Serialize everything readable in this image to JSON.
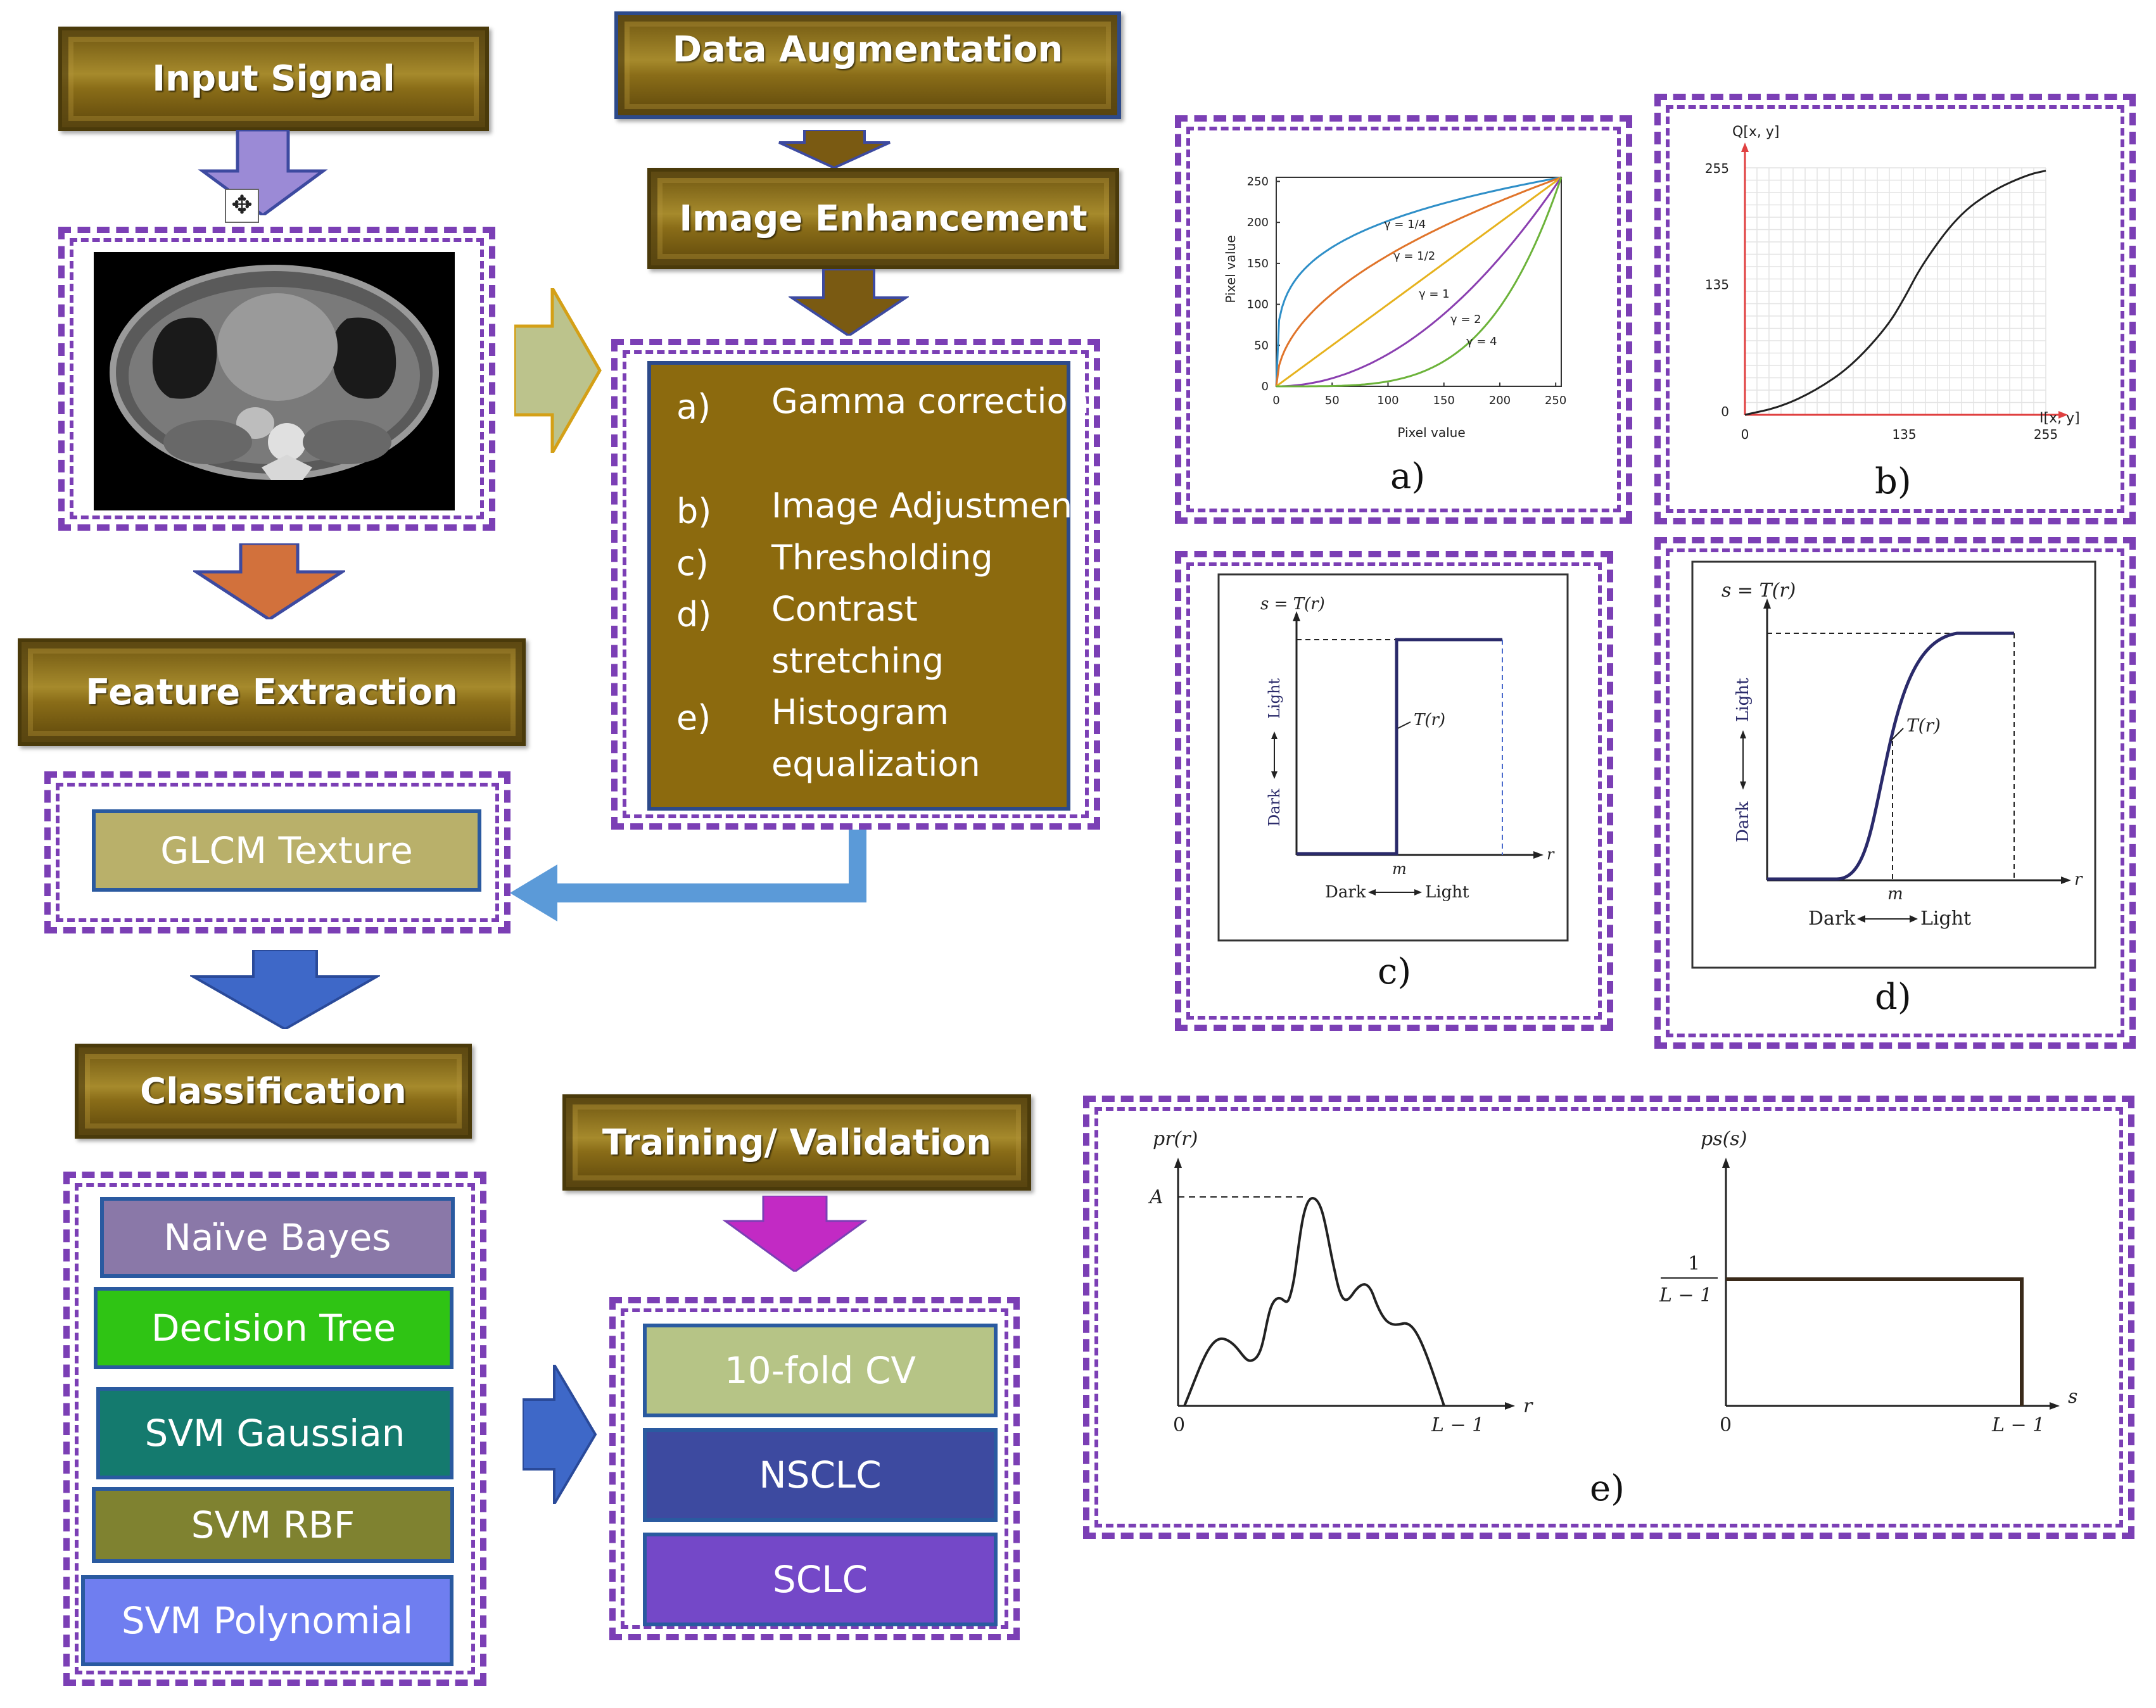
{
  "headers": {
    "input_signal": "Input Signal",
    "data_augmentation": "Data Augmentation",
    "image_enhancement": "Image Enhancement",
    "feature_extraction": "Feature Extraction",
    "classification": "Classification",
    "training_validation": "Training/ Validation"
  },
  "enhancement_methods": [
    {
      "letter": "a)",
      "text": "Gamma correction"
    },
    {
      "letter": "b)",
      "text": "Image Adjustment"
    },
    {
      "letter": "c)",
      "text": "Thresholding"
    },
    {
      "letter": "d)",
      "text": "Contrast stretching"
    },
    {
      "letter": "e)",
      "text": "Histogram equalization"
    }
  ],
  "feature": {
    "label": "GLCM Texture"
  },
  "classifiers": [
    {
      "label": "Naïve Bayes",
      "color": "#8a78a8"
    },
    {
      "label": "Decision Tree",
      "color": "#2fc414"
    },
    {
      "label": "SVM Gaussian",
      "color": "#147a6e"
    },
    {
      "label": "SVM RBF",
      "color": "#7f8230"
    },
    {
      "label": "SVM Polynomial",
      "color": "#6f7ef0"
    }
  ],
  "validation": [
    {
      "label": "10-fold CV",
      "color": "#b6c486"
    },
    {
      "label": "NSCLC",
      "color": "#3d4aa0"
    },
    {
      "label": "SCLC",
      "color": "#7448c8"
    }
  ],
  "figures": {
    "a": {
      "caption": "a)",
      "xlabel": "Pixel value",
      "ylabel": "Pixel value",
      "xticks": [
        "0",
        "50",
        "100",
        "150",
        "200",
        "250"
      ],
      "yticks": [
        "0",
        "50",
        "100",
        "150",
        "200",
        "250"
      ],
      "curve_labels": [
        "γ = 1/4",
        "γ = 1/2",
        "γ = 1",
        "γ = 2",
        "γ = 4"
      ]
    },
    "b": {
      "caption": "b)",
      "ylabel": "Q[x, y]",
      "xlabel": "I[x, y]",
      "yticks": [
        "0",
        "135",
        "255"
      ],
      "xticks": [
        "0",
        "135",
        "255"
      ]
    },
    "c": {
      "caption": "c)",
      "ylabel": "s = T(r)",
      "curve_label": "T(r)",
      "light": "Light",
      "dark": "Dark",
      "m": "m",
      "r": "r",
      "xdark": "Dark",
      "xlight": "Light"
    },
    "d": {
      "caption": "d)",
      "ylabel": "s = T(r)",
      "curve_label": "T(r)",
      "light": "Light",
      "dark": "Dark",
      "m": "m",
      "r": "r",
      "xdark": "Dark",
      "xlight": "Light"
    },
    "e": {
      "caption": "e)",
      "left_ylabel": "pr(r)",
      "left_A": "A",
      "left_zero": "0",
      "left_end": "L − 1",
      "left_r": "r",
      "right_ylabel": "ps(s)",
      "right_frac_num": "1",
      "right_frac_den": "L − 1",
      "right_zero": "0",
      "right_end": "L − 1",
      "right_s": "s"
    }
  },
  "chart_data": [
    {
      "type": "line",
      "title": "",
      "xlabel": "Pixel value",
      "ylabel": "Pixel value",
      "xlim": [
        0,
        255
      ],
      "ylim": [
        0,
        255
      ],
      "series": [
        {
          "name": "γ = 1/4",
          "gamma": 0.25
        },
        {
          "name": "γ = 1/2",
          "gamma": 0.5
        },
        {
          "name": "γ = 1",
          "gamma": 1
        },
        {
          "name": "γ = 2",
          "gamma": 2
        },
        {
          "name": "γ = 4",
          "gamma": 4
        }
      ]
    },
    {
      "type": "line",
      "title": "",
      "xlabel": "I[x, y]",
      "ylabel": "Q[x, y]",
      "xlim": [
        0,
        255
      ],
      "ylim": [
        0,
        255
      ],
      "x": [
        0,
        30,
        60,
        90,
        120,
        135,
        150,
        180,
        210,
        240,
        255
      ],
      "y": [
        0,
        8,
        25,
        50,
        90,
        120,
        155,
        205,
        232,
        248,
        252
      ]
    }
  ]
}
